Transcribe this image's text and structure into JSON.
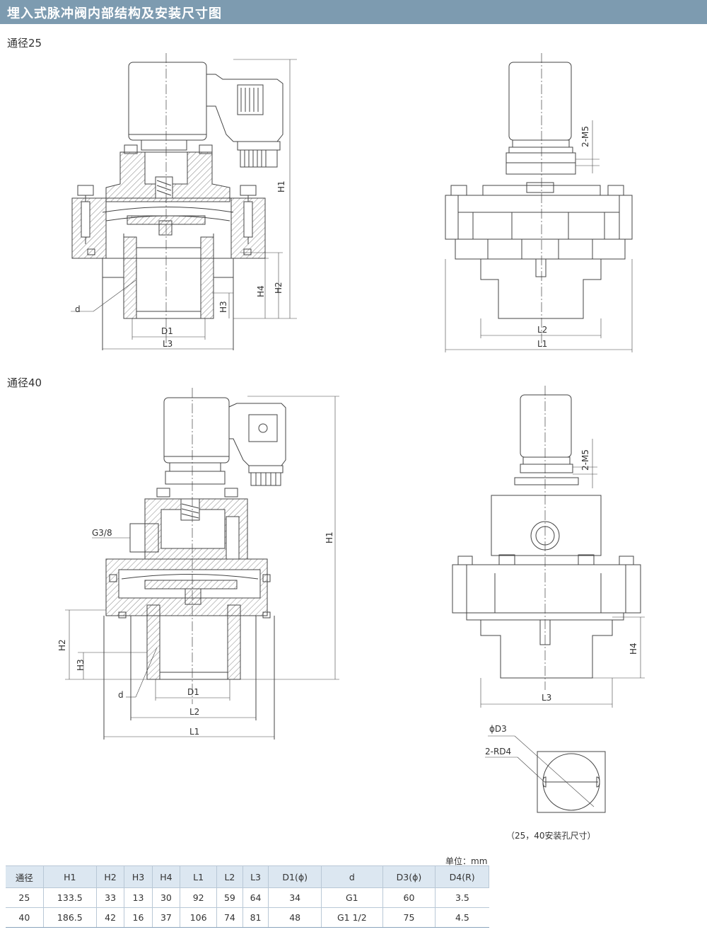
{
  "title": "埋入式脉冲阀内部结构及安装尺寸图",
  "sections": {
    "dn25": "通径25",
    "dn40": "通径40"
  },
  "labels": {
    "H1": "H1",
    "H2": "H2",
    "H3": "H3",
    "H4": "H4",
    "L1": "L1",
    "L2": "L2",
    "L3": "L3",
    "D1": "D1",
    "d": "d",
    "M5": "2-M5",
    "G38": "G3/8",
    "D3": "ϕD3",
    "RD4": "2-RD4",
    "mount_caption": "（25，40安装孔尺寸）"
  },
  "unit": "单位：mm",
  "table": {
    "headers": [
      "通径",
      "H1",
      "H2",
      "H3",
      "H4",
      "L1",
      "L2",
      "L3",
      "D1(ϕ)",
      "d",
      "D3(ϕ)",
      "D4(R)"
    ],
    "rows": [
      [
        "25",
        "133.5",
        "33",
        "13",
        "30",
        "92",
        "59",
        "64",
        "34",
        "G1",
        "60",
        "3.5"
      ],
      [
        "40",
        "186.5",
        "42",
        "16",
        "37",
        "106",
        "74",
        "81",
        "48",
        "G1 1/2",
        "75",
        "4.5"
      ]
    ]
  }
}
